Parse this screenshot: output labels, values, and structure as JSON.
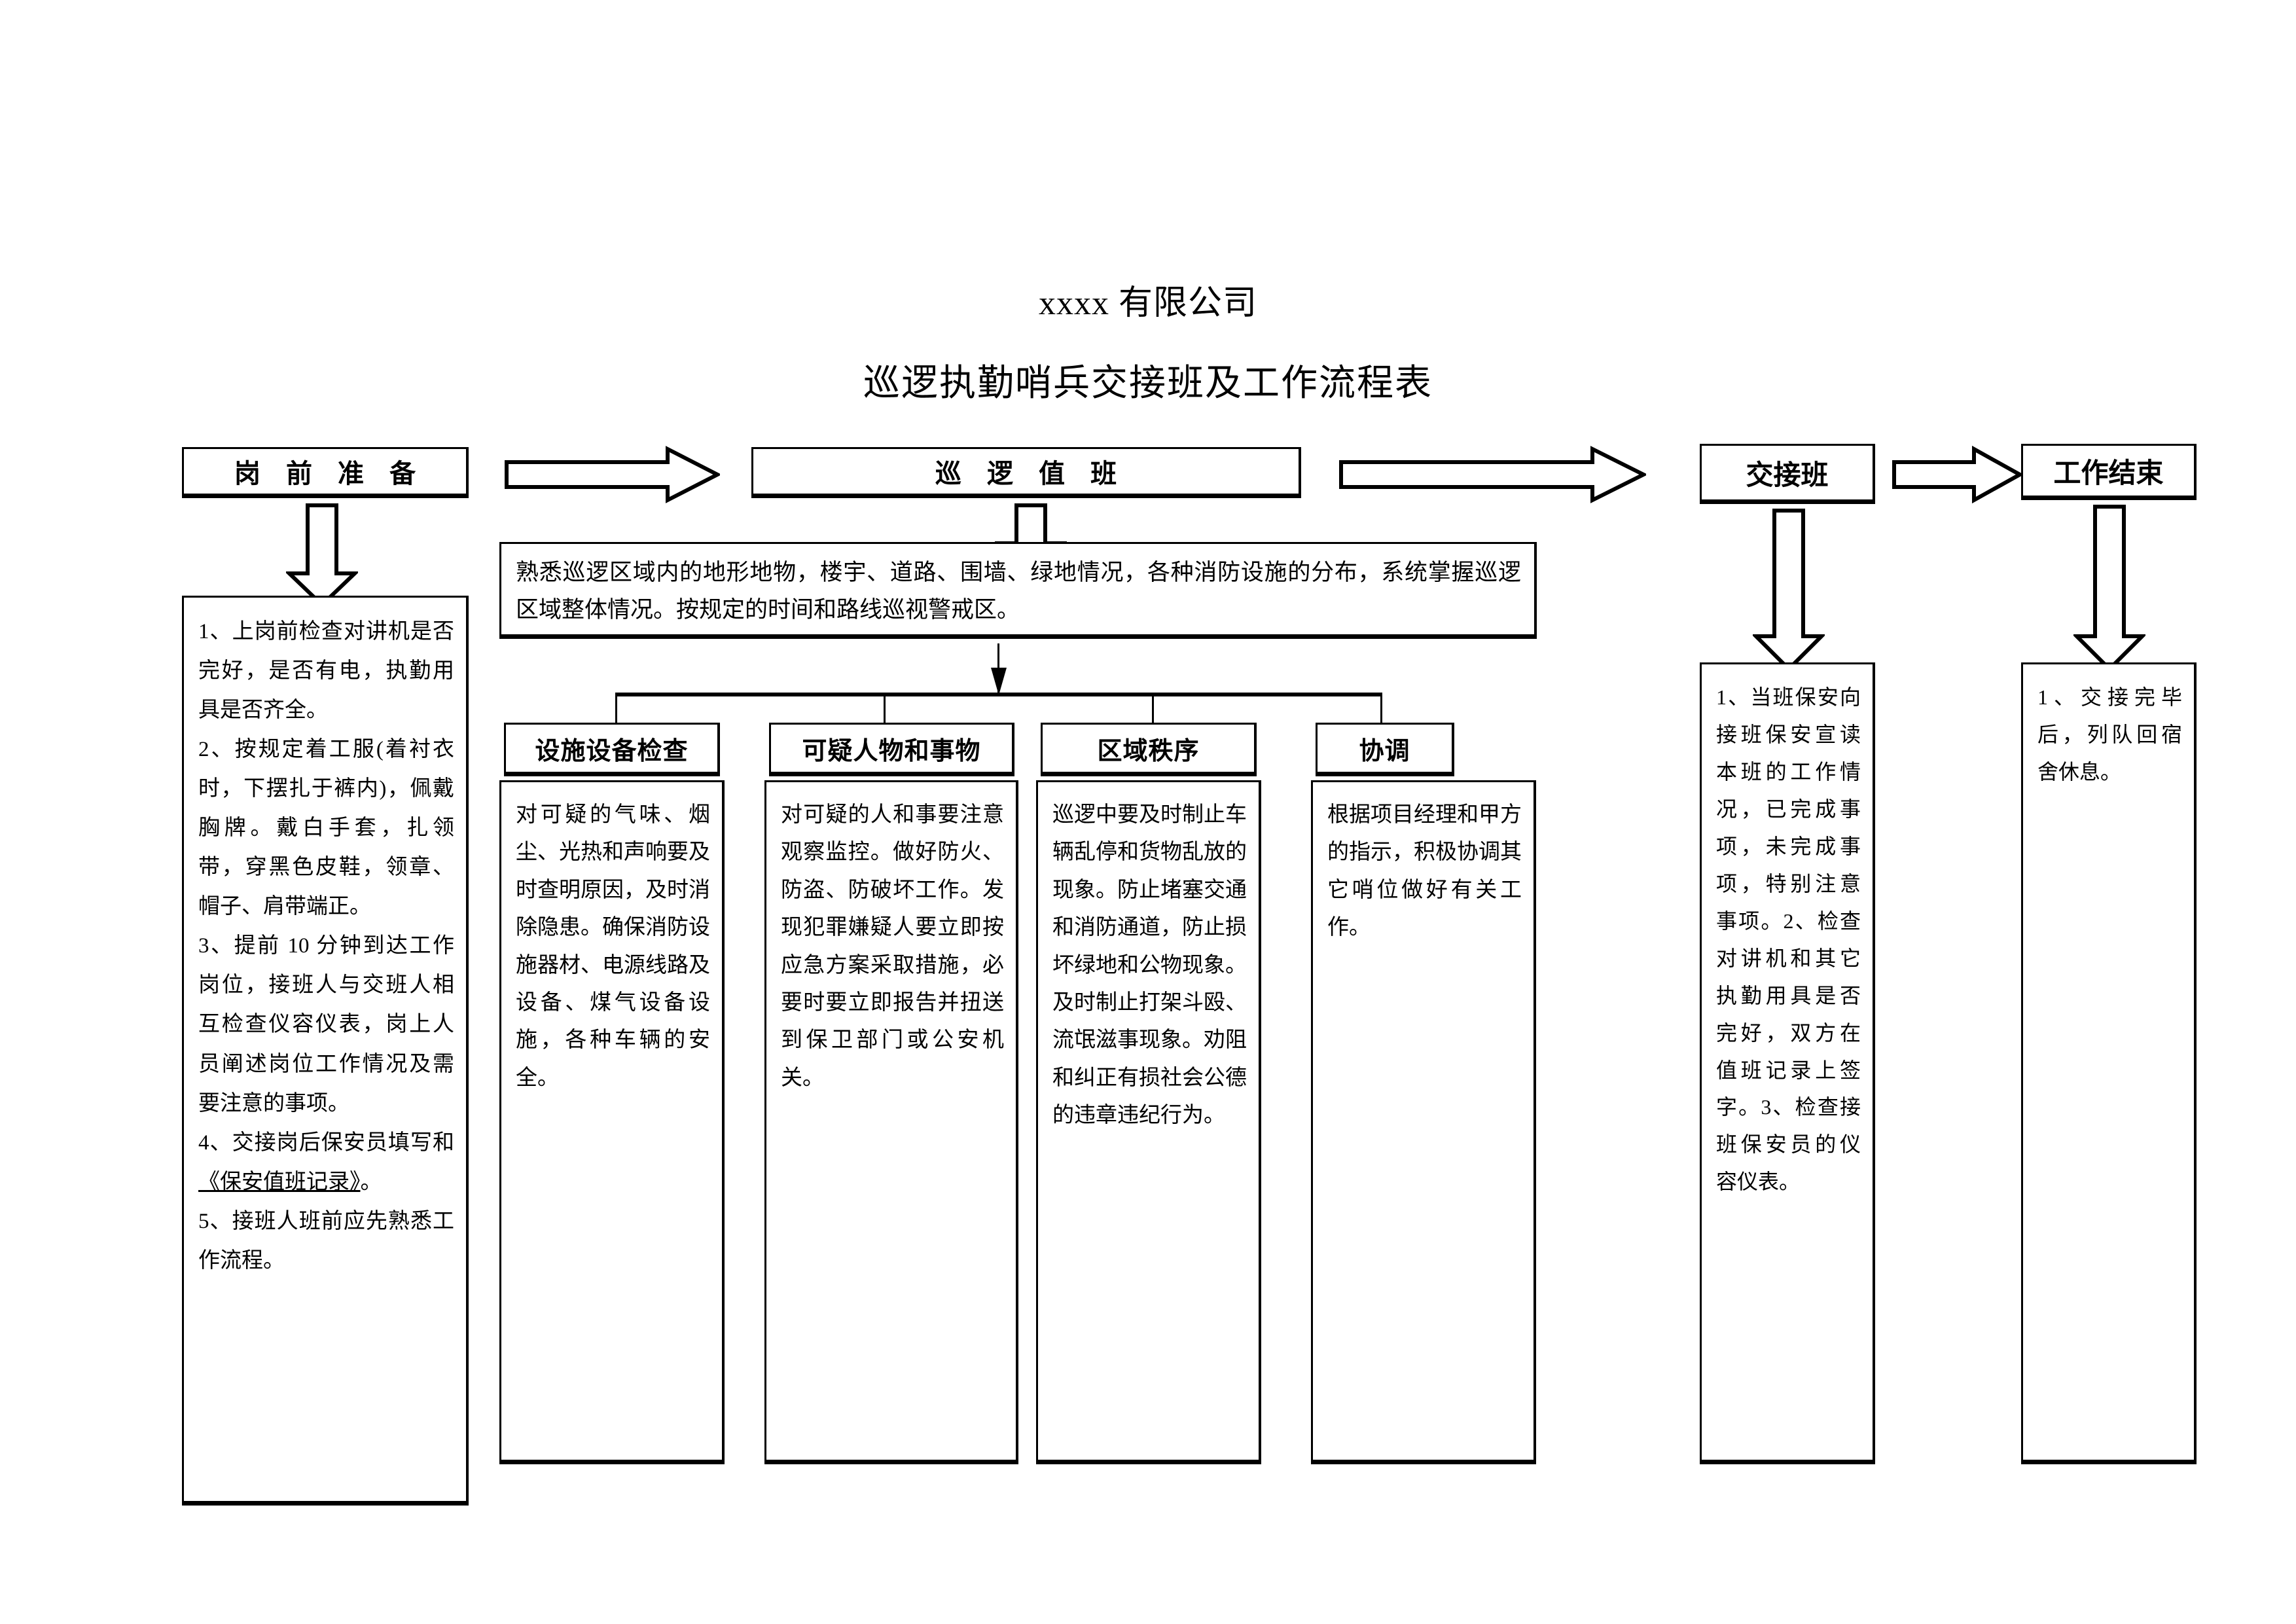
{
  "document": {
    "company_title": "xxxx 有限公司",
    "doc_title": "巡逻执勤哨兵交接班及工作流程表"
  },
  "flow": {
    "stages": [
      {
        "id": "pre-duty",
        "label": "岗 前 准 备"
      },
      {
        "id": "patrol",
        "label": "巡 逻 值 班"
      },
      {
        "id": "handover",
        "label": "交接班"
      },
      {
        "id": "work-end",
        "label": "工作结束"
      }
    ],
    "arrow_icons": {
      "right_1": "right-block-arrow-icon",
      "right_2": "right-block-arrow-icon",
      "right_3": "right-block-arrow-icon",
      "down_pre": "down-block-arrow-icon",
      "down_patrol": "down-block-arrow-icon",
      "down_handover": "down-block-arrow-icon",
      "down_end": "down-block-arrow-icon",
      "down_branch": "down-solid-arrow-icon"
    }
  },
  "pre_duty_details": {
    "items": [
      "1、上岗前检查对讲机是否完好，是否有电，执勤用具是否齐全。",
      "2、按规定着工服(着衬衣时，下摆扎于裤内)，佩戴胸牌。戴白手套，扎领带，穿黑色皮鞋，领章、帽子、肩带端正。",
      "3、提前 10 分钟到达工作岗位，接班人与交班人相互检查仪容仪表，岗上人员阐述岗位工作情况及需要注意的事项。",
      "4、交接岗后保安员填写和",
      "5、接班人班前应先熟悉工作流程。"
    ],
    "item4_underlined": "《保安值班记录》",
    "item4_tail": "。"
  },
  "patrol_overview": {
    "text": "熟悉巡逻区域内的地形地物，楼宇、道路、围墙、绿地情况，各种消防设施的分布，系统掌握巡逻区域整体情况。按规定的时间和路线巡视警戒区。"
  },
  "patrol_categories": [
    {
      "title": "设施设备检查",
      "body": "对可疑的气味、烟尘、光热和声响要及时查明原因，及时消除隐患。确保消防设施器材、电源线路及设备、煤气设备设施，各种车辆的安全。"
    },
    {
      "title": "可疑人物和事物",
      "body": "对可疑的人和事要注意观察监控。做好防火、防盗、防破坏工作。发现犯罪嫌疑人要立即按应急方案采取措施，必要时要立即报告并扭送到保卫部门或公安机关。"
    },
    {
      "title": "区域秩序",
      "body": "巡逻中要及时制止车辆乱停和货物乱放的现象。防止堵塞交通和消防通道，防止损坏绿地和公物现象。及时制止打架斗殴、流氓滋事现象。劝阻和纠正有损社会公德的违章违纪行为。"
    },
    {
      "title": "协调",
      "body": "根据项目经理和甲方的指示，积极协调其它哨位做好有关工作。"
    }
  ],
  "handover_details": {
    "text": "1、当班保安向接班保安宣读本班的工作情况，已完成事项，未完成事项，特别注意事项。2、检查对讲机和其它执勤用具是否完好，双方在值班记录上签字。3、检查接班保安员的仪容仪表。"
  },
  "work_end_details": {
    "text": "1、交接完毕后，列队回宿舍休息。"
  },
  "colors": {
    "ink": "#000000",
    "paper": "#ffffff"
  }
}
